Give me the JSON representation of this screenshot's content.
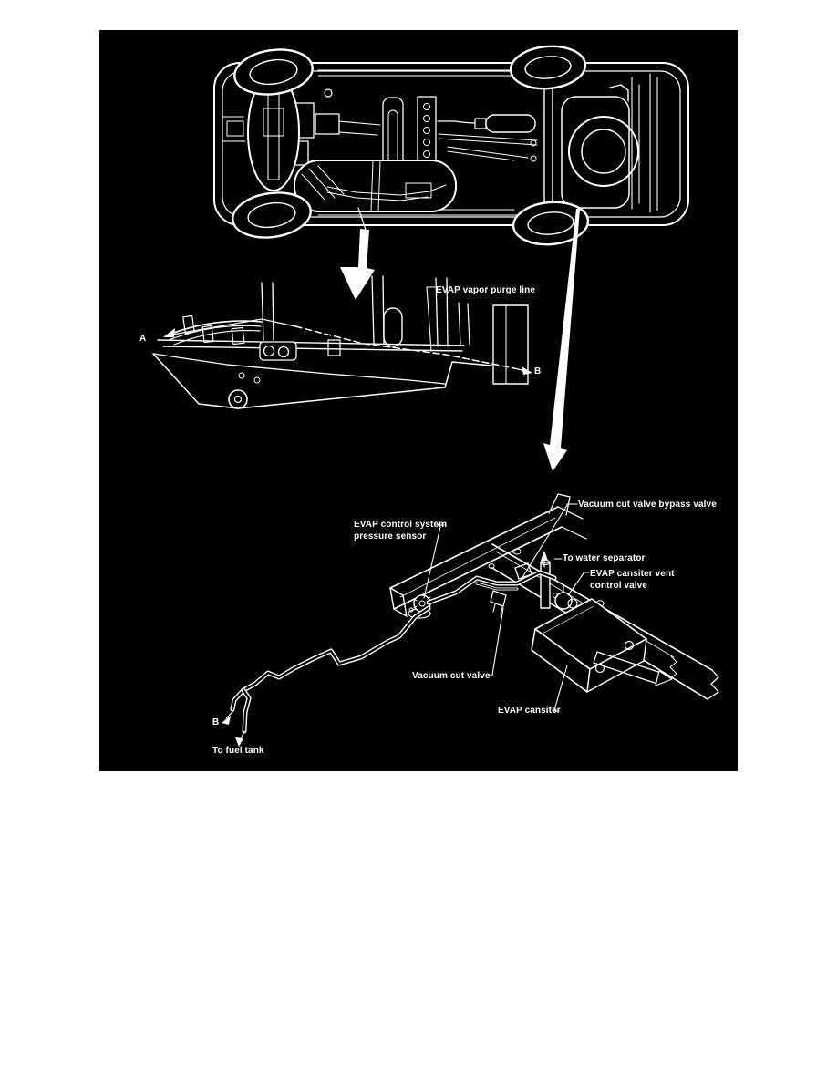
{
  "colors": {
    "page_background": "#ffffff",
    "panel_background": "#000000",
    "line": "#ffffff"
  },
  "labels": {
    "purge_line": "EVAP vapor purge line",
    "point_a": "A",
    "point_b_mid": "B",
    "bypass_valve": "Vacuum cut valve bypass valve",
    "pressure_sensor": "EVAP control system\npressure sensor",
    "water_separator": "To water separator",
    "vent_control_valve": "EVAP cansiter vent\ncontrol valve",
    "vacuum_cut_valve": "Vacuum cut valve",
    "canister": "EVAP cansiter",
    "point_b_bottom": "B",
    "fuel_tank": "To fuel tank"
  }
}
